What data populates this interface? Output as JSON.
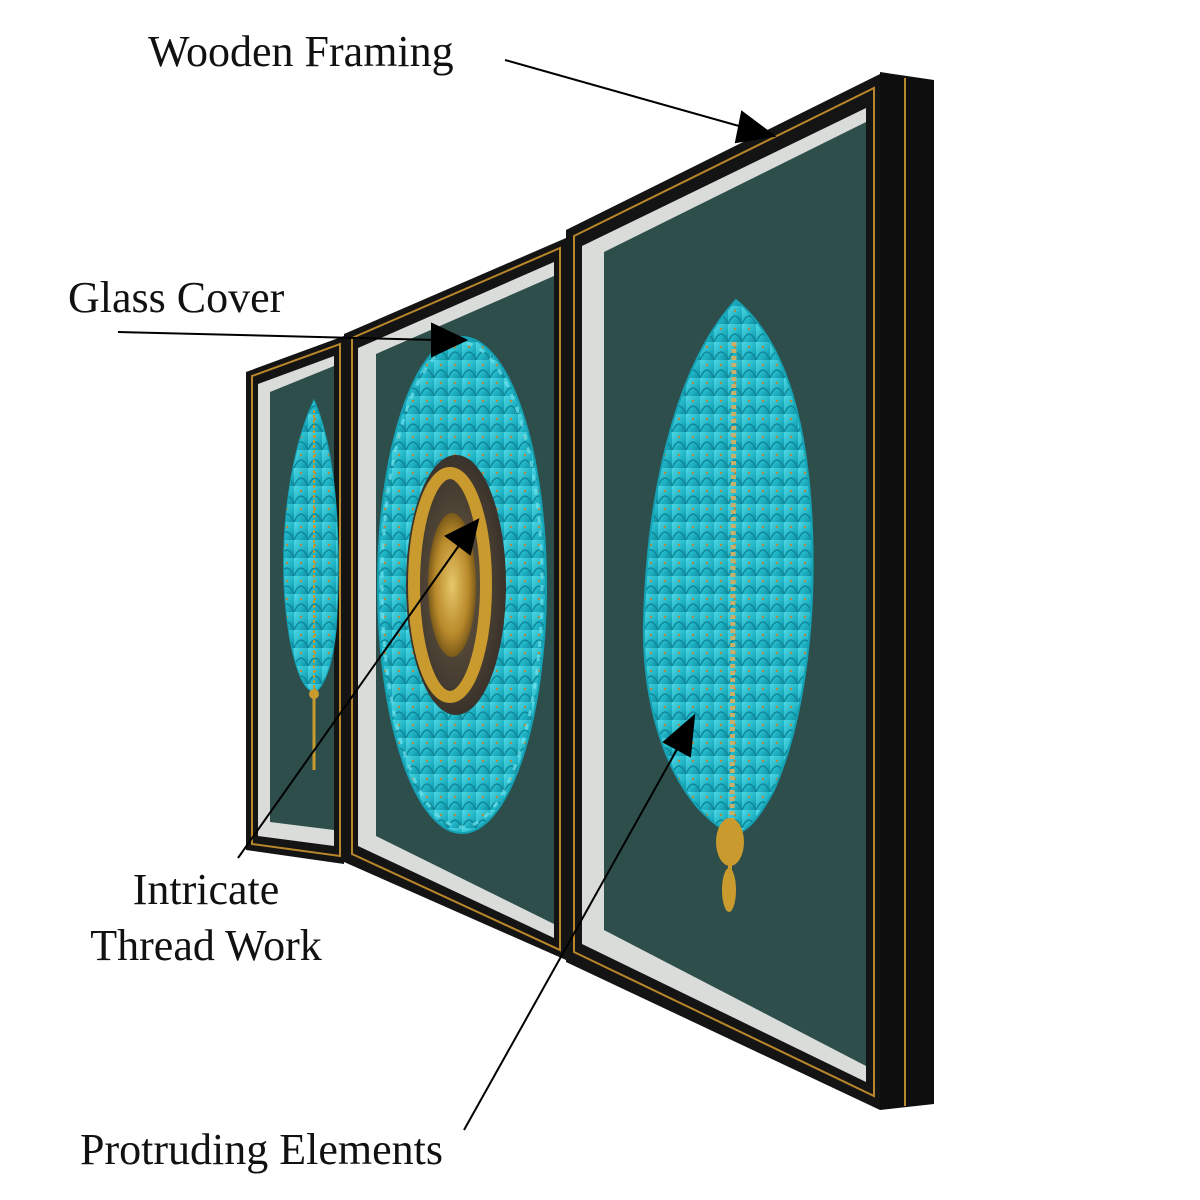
{
  "callouts": {
    "wooden_framing": "Wooden Framing",
    "glass_cover": "Glass Cover",
    "thread_work_line1": "Intricate",
    "thread_work_line2": "Thread Work",
    "protruding_elements": "Protruding Elements"
  },
  "colors": {
    "background": "#ffffff",
    "frame": "#141414",
    "frame_trim": "#b8862b",
    "matte": "#2e4e4c",
    "inner_border": "#d9dcd8",
    "feather": "#22b9c9",
    "gold": "#c99a2e",
    "arrow": "#000000"
  }
}
